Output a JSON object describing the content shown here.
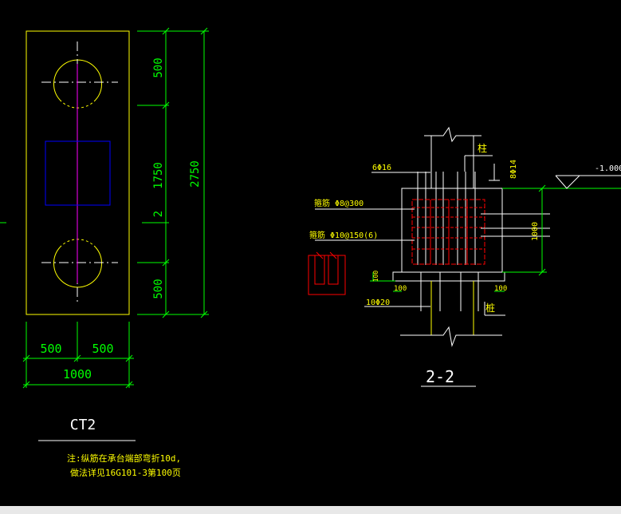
{
  "colors": {
    "background": "#000000",
    "outline": "#ffff00",
    "dimension": "#00ff00",
    "column": "#0000ff",
    "center_line": "#ff00ff",
    "rebar": "#ff0000",
    "white_line": "#ffffff"
  },
  "plan": {
    "dim_top": "500",
    "dim_middle": "1750",
    "dim_bottom": "500",
    "dim_total": "2750",
    "dim_symbol": "2",
    "dim_left": "500",
    "dim_right": "500",
    "dim_width": "1000",
    "title": "CT2",
    "note_line1": "注:纵筋在承台端部弯折10d,",
    "note_line2": "做法详见16G101-3第100页"
  },
  "section": {
    "label_column": "柱",
    "label_top_bars": "6Φ16",
    "label_side_bars": "8Φ14",
    "label_stirrup": "箍筋 Φ8@300",
    "label_side_stirrup": "箍筋 Φ10@150(6)",
    "label_bottom_bars": "10Φ20",
    "label_pile": "桩",
    "dim_height": "1000",
    "dim_left": "100",
    "dim_right": "100",
    "dim_base": "100",
    "elevation": "-1.000",
    "title": "2-2"
  }
}
